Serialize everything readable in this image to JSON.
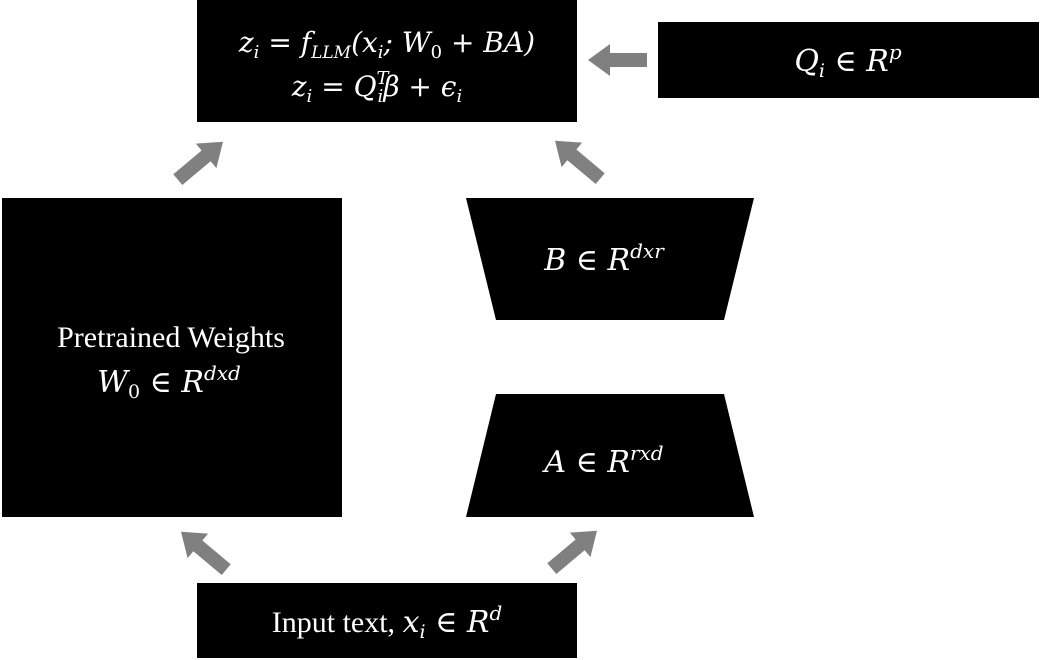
{
  "colors": {
    "box_fill": "#000000",
    "text": "#ffffff",
    "arrow": "#808080",
    "background": "#ffffff"
  },
  "output_box": {
    "line1": {
      "lhs": "z",
      "lhs_sub": "i",
      "f": "f",
      "f_sub": "LLM",
      "args_open": "(x",
      "args_sub": "i",
      "args_rest": "; W",
      "w_sub": "0",
      "args_close": " + BA)",
      "eq": " = "
    },
    "line2": {
      "lhs": "z",
      "lhs_sub": "i",
      "eq": " = ",
      "q": "Q",
      "q_sup": "T",
      "q_sub": "i",
      "rest": "β + ϵ",
      "rest_sub": "i"
    }
  },
  "covariate_box": {
    "var": "Q",
    "sub": "i",
    "rel": " ∈ R",
    "sup": "p"
  },
  "pretrained_box": {
    "title": "Pretrained Weights",
    "var": "W",
    "sub": "0",
    "rel": " ∈ R",
    "sup": "dxd"
  },
  "b_box": {
    "var": "B",
    "rel": " ∈ R",
    "sup": "dxr"
  },
  "a_box": {
    "var": "A",
    "rel": " ∈ R",
    "sup": "rxd"
  },
  "input_box": {
    "text": "Input text, ",
    "var": "x",
    "sub": "i",
    "rel": " ∈ R",
    "sup": "d"
  },
  "arrows": [
    "up-right-arrow",
    "up-left-arrow",
    "left-arrow",
    "up-left-arrow",
    "up-right-arrow"
  ]
}
